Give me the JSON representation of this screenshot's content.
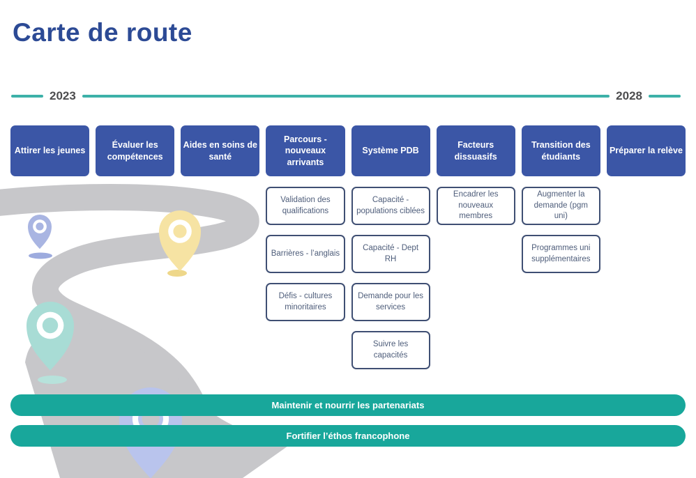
{
  "title": "Carte de route",
  "timeline": {
    "start_year": "2023",
    "end_year": "2028"
  },
  "columns": [
    {
      "label": "Attirer les jeunes",
      "items": []
    },
    {
      "label": "Évaluer les compétences",
      "items": []
    },
    {
      "label": "Aides en soins de santé",
      "items": []
    },
    {
      "label": "Parcours - nouveaux arrivants",
      "items": [
        "Validation des qualifications",
        "Barrières - l’anglais",
        "Défis - cultures minoritaires"
      ]
    },
    {
      "label": "Système PDB",
      "items": [
        "Capacité - populations ciblées",
        "Capacité - Dept RH",
        "Demande pour les services",
        "Suivre les capacités"
      ]
    },
    {
      "label": "Facteurs dissuasifs",
      "items": [
        "Encadrer les nouveaux membres"
      ]
    },
    {
      "label": "Transition des étudiants",
      "items": [
        "Augmenter la demande (pgm uni)",
        "Programmes uni supplémentaires"
      ]
    },
    {
      "label": "Préparer la relève",
      "items": []
    }
  ],
  "bands": [
    {
      "label": "Maintenir et nourrir les partenariats"
    },
    {
      "label": "Fortifier l’éthos francophone"
    }
  ],
  "decor": {
    "road_icon": "winding-road",
    "pins": [
      "map-pin-blue",
      "map-pin-yellow",
      "map-pin-teal",
      "map-pin-purple"
    ]
  },
  "colors": {
    "title": "#2c4a95",
    "header_box": "#3b56a6",
    "sub_box_border": "#3f4f73",
    "sub_box_text": "#4e5d7a",
    "band": "#18a79b",
    "timeline_line": "#3db1a8",
    "year_text": "#4d4d4f",
    "road": "#c7c7ca",
    "pin_blue": "#a9b5e2",
    "pin_blue_shadow": "#9dabde",
    "pin_yellow": "#f6e3a3",
    "pin_yellow_shadow": "#eed78a",
    "pin_teal": "#a8dcd5",
    "pin_teal_shadow": "#b7e2db",
    "pin_purple": "#b9c4ed"
  }
}
